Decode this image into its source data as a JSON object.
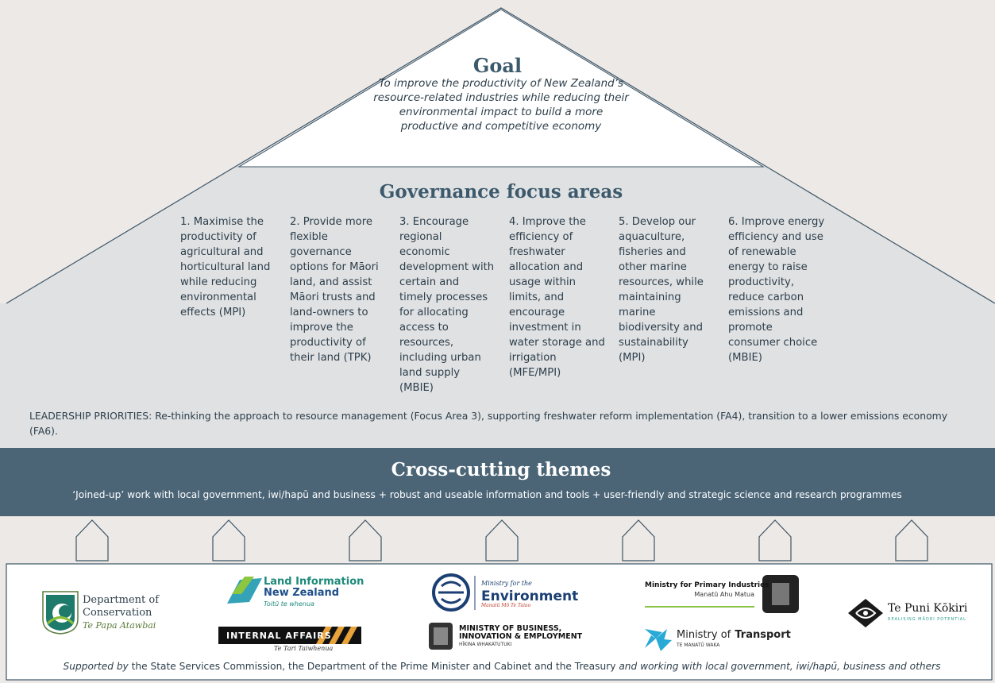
{
  "goal": {
    "title": "Goal",
    "text": "To improve the productivity of New Zealand’s resource-related industries while reducing their environmental impact to build a more productive and competitive economy"
  },
  "governance": {
    "title": "Governance focus areas",
    "areas": [
      "1. Maximise the productivity of agricultural and horticultural land while reducing environmental effects (MPI)",
      "2. Provide more flexible governance options for Māori land, and assist Māori trusts and land-owners to improve the productivity of their land (TPK)",
      "3. Encourage regional economic development with certain and timely processes for allocating access to resources, including urban land supply (MBIE)",
      "4. Improve the efficiency of freshwater allocation and usage within limits, and encourage investment in water storage and irrigation (MFE/MPI)",
      "5. Develop our aquaculture, fisheries and other marine resources, while maintaining marine biodiversity and sustainability (MPI)",
      "6. Improve energy efficiency and use of renewable energy to raise productivity, reduce carbon emissions and promote consumer choice (MBIE)"
    ],
    "leadership": "LEADERSHIP PRIORITIES: Re-thinking the approach to resource management (Focus Area 3), supporting freshwater reform implementation (FA4), transition to a lower emissions economy (FA6)."
  },
  "cross_cutting": {
    "title": "Cross-cutting themes",
    "text": "‘Joined-up’ work with local government, iwi/hapū and business + robust and useable information and tools + user-friendly and strategic science and research programmes"
  },
  "logos": {
    "doc": {
      "line1": "Department of",
      "line2": "Conservation",
      "line3": "Te Papa Atawbai"
    },
    "linz": {
      "line1": "Land Information",
      "line2": "New Zealand",
      "line3": "Toitū te whenua"
    },
    "dia": {
      "line1": "INTERNAL AFFAIRS",
      "line2": "Te Tari Taiwhenua"
    },
    "mfe": {
      "line1": "Ministry for the",
      "line2": "Environment",
      "line3": "Manatū Mō Te Taiao"
    },
    "mbie": {
      "line1": "MINISTRY OF BUSINESS,",
      "line2": "INNOVATION & EMPLOYMENT",
      "line3": "HĪKINA WHAKATUTUKI"
    },
    "mpi": {
      "line1": "Ministry for Primary Industries",
      "line2": "Manatū Ahu Matua"
    },
    "mot": {
      "line1": "Ministry of",
      "line2": "Transport",
      "line3": "TE MANATŪ WAKA"
    },
    "tpk": {
      "line1": "Te Puni Kōkiri",
      "line2": "REALISING MĀORI POTENTIAL"
    }
  },
  "footer": {
    "supported_by": "Supported by",
    "middle": " the State Services Commission, the Department of the Prime Minister and Cabinet and the Treasury ",
    "working_with": "and working with local government, iwi/hapū, business and others"
  },
  "colors": {
    "goal_bg": "#ffffff",
    "house_bg": "#dfe1e3",
    "band_bg": "#4b6577",
    "title_color": "#3d5a6c",
    "outline": "#3d5566"
  }
}
